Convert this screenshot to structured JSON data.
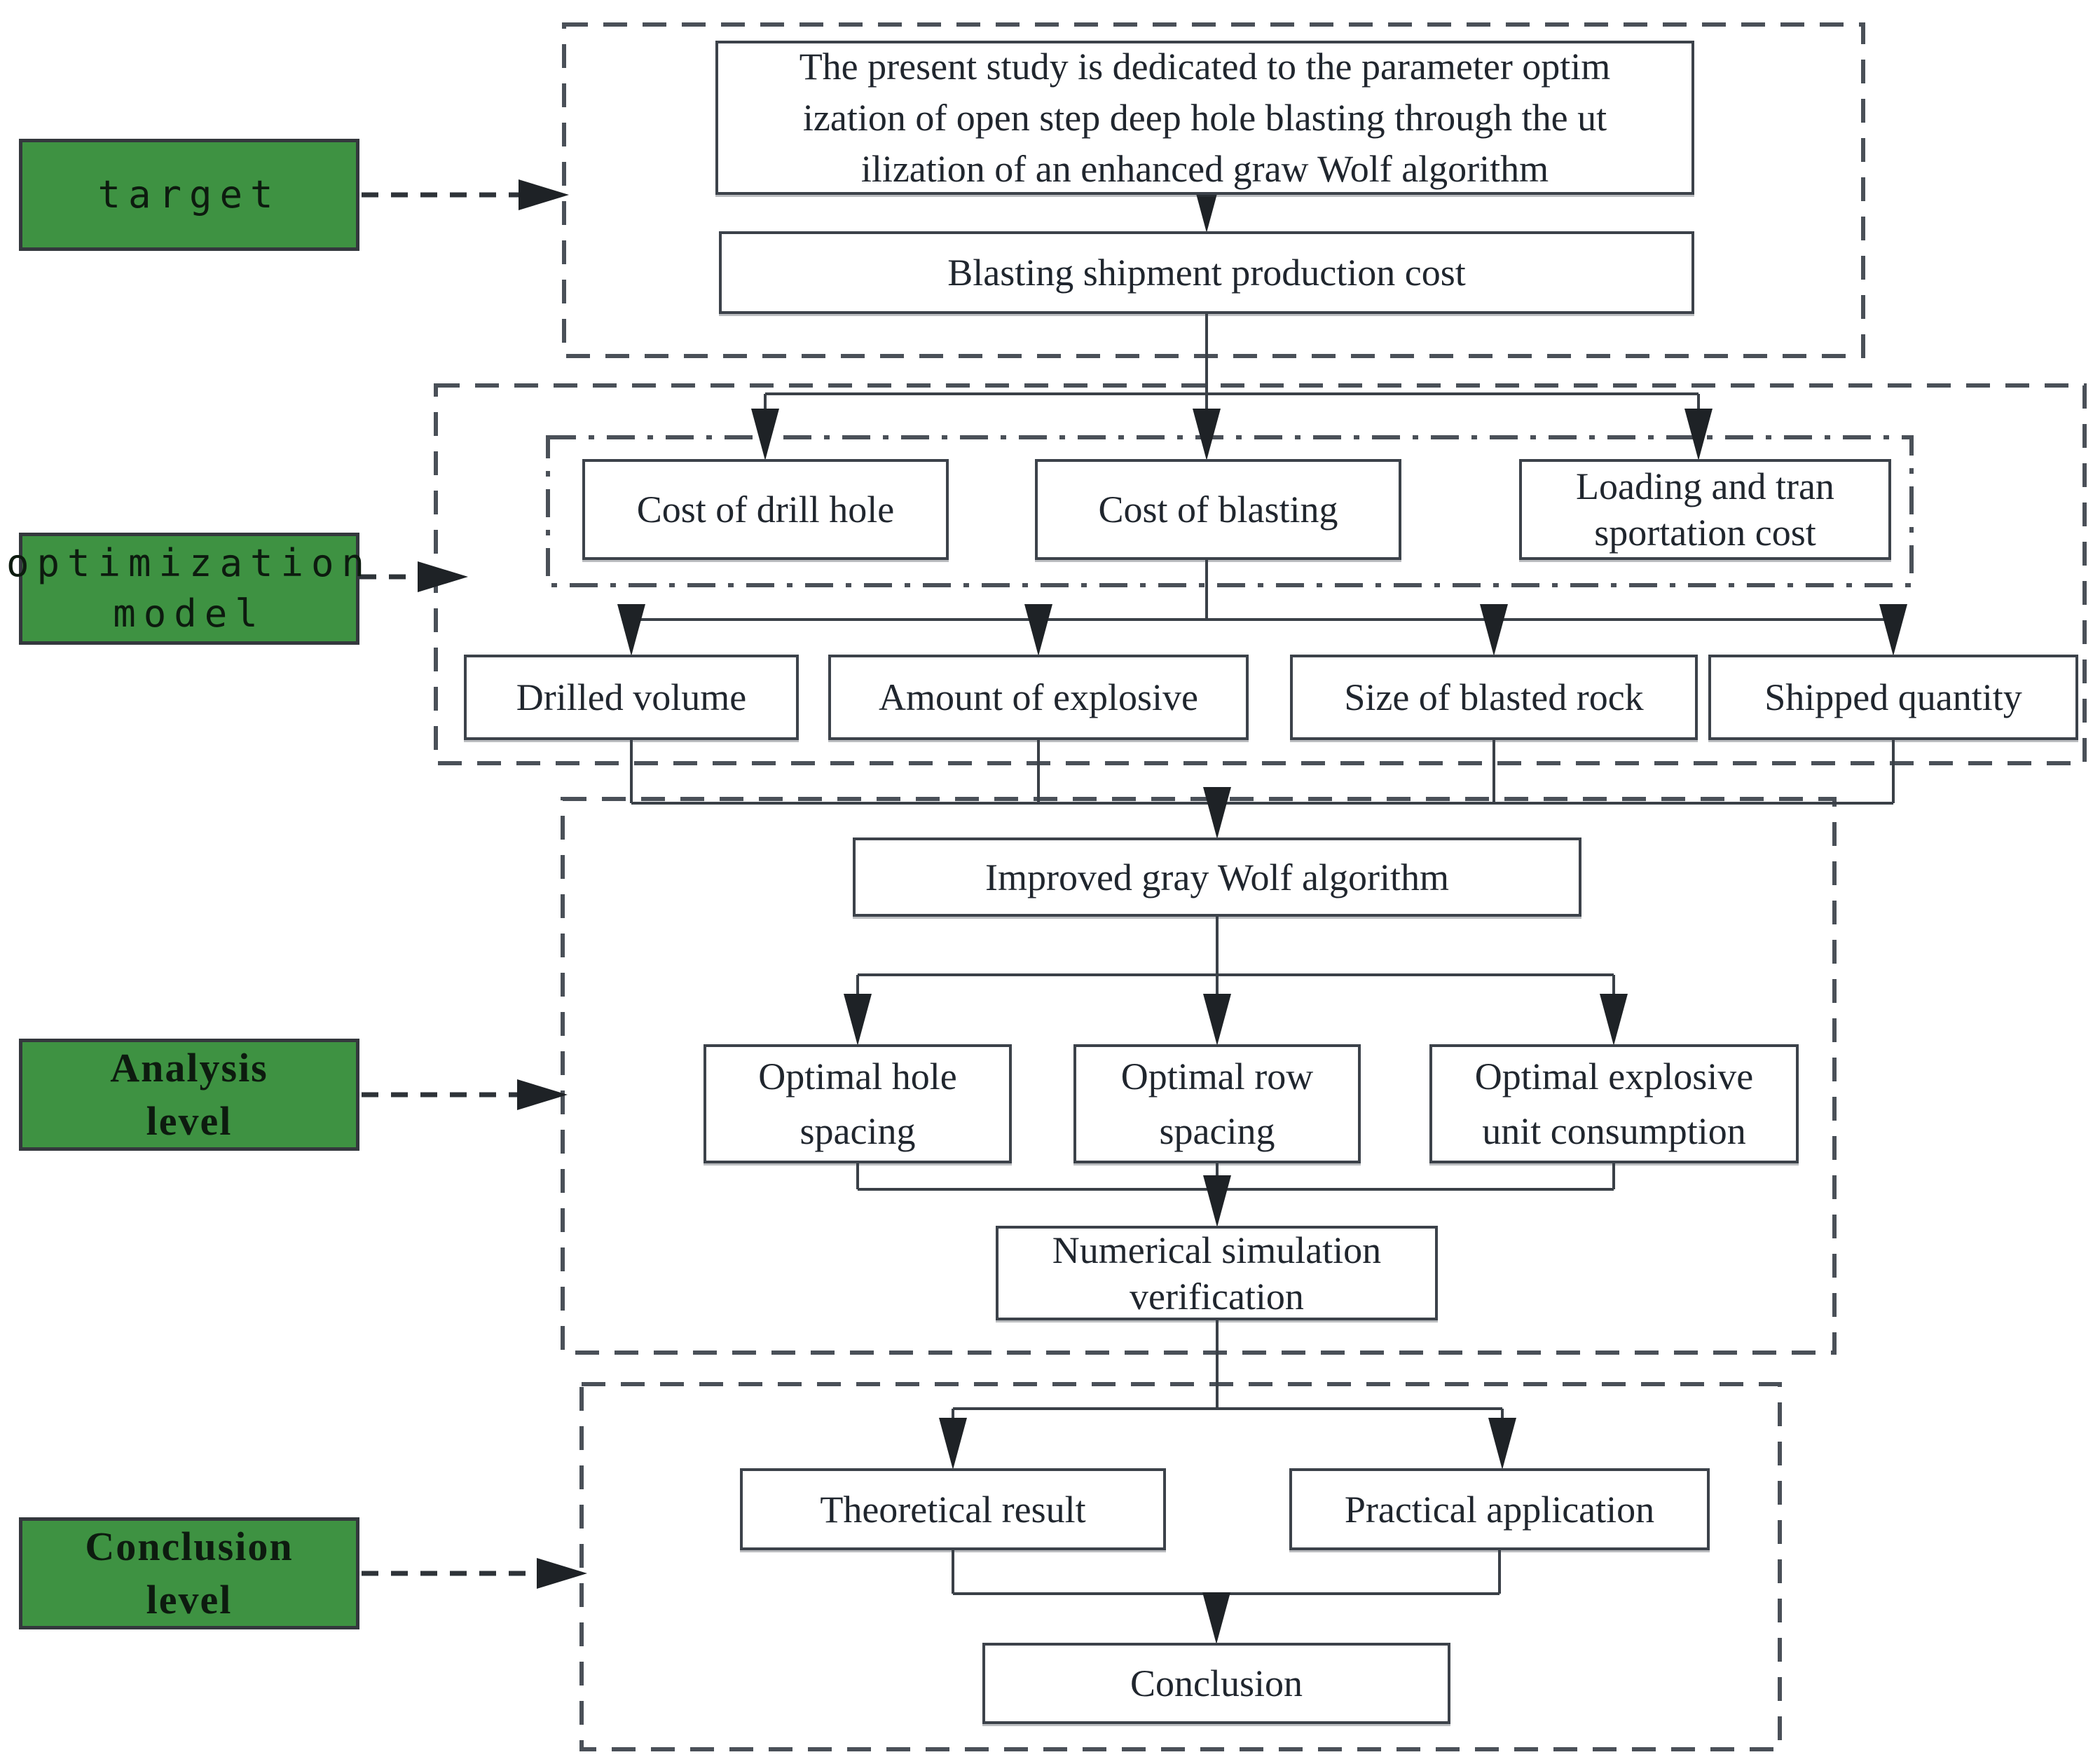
{
  "colors": {
    "green_fill": "#3e9242",
    "line": "#3a4047",
    "arrow_fill": "#1e2226"
  },
  "side_labels": {
    "target": "target",
    "optimization_model": "optimization\nmodel",
    "analysis_level": "Analysis\nlevel",
    "conclusion_level": "Conclusion\nlevel"
  },
  "target_section": {
    "study_statement": "The present study is dedicated to the parameter optim\nization of open step deep hole blasting through the ut\nilization of an enhanced graw Wolf algorithm",
    "cost_node": "Blasting shipment production cost"
  },
  "optimization_section": {
    "cost_nodes": [
      "Cost of drill hole",
      "Cost of blasting",
      "Loading and tran\nsportation cost"
    ],
    "quantity_nodes": [
      "Drilled volume",
      "Amount of explosive",
      "Size of blasted rock",
      "Shipped quantity"
    ]
  },
  "analysis_section": {
    "algorithm_node": "Improved gray Wolf algorithm",
    "optimal_nodes": [
      "Optimal hole\nspacing",
      "Optimal row\nspacing",
      "Optimal explosive\nunit consumption"
    ],
    "verification_node": "Numerical simulation\nverification"
  },
  "conclusion_section": {
    "result_nodes": [
      "Theoretical result",
      "Practical application"
    ],
    "final_node": "Conclusion"
  }
}
